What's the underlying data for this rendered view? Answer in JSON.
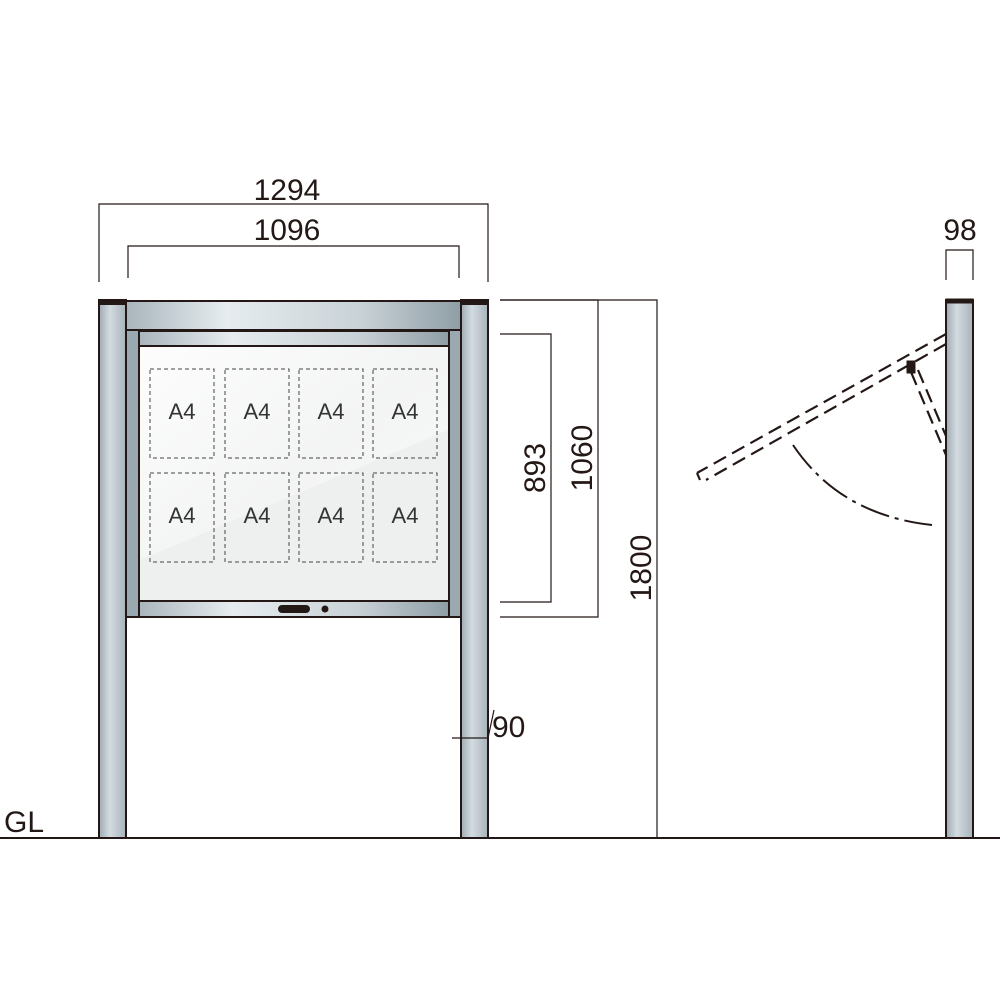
{
  "dimensions": {
    "overall_width": "1294",
    "board_width": "1096",
    "post_depth": "98",
    "display_height": "893",
    "cabinet_height": "1060",
    "total_height": "1800",
    "post_width": "90"
  },
  "ground_label": "GL",
  "paper_slots": [
    "A4",
    "A4",
    "A4",
    "A4",
    "A4",
    "A4",
    "A4",
    "A4"
  ],
  "colors": {
    "frame": "#b8c2c8",
    "line": "#231815"
  }
}
